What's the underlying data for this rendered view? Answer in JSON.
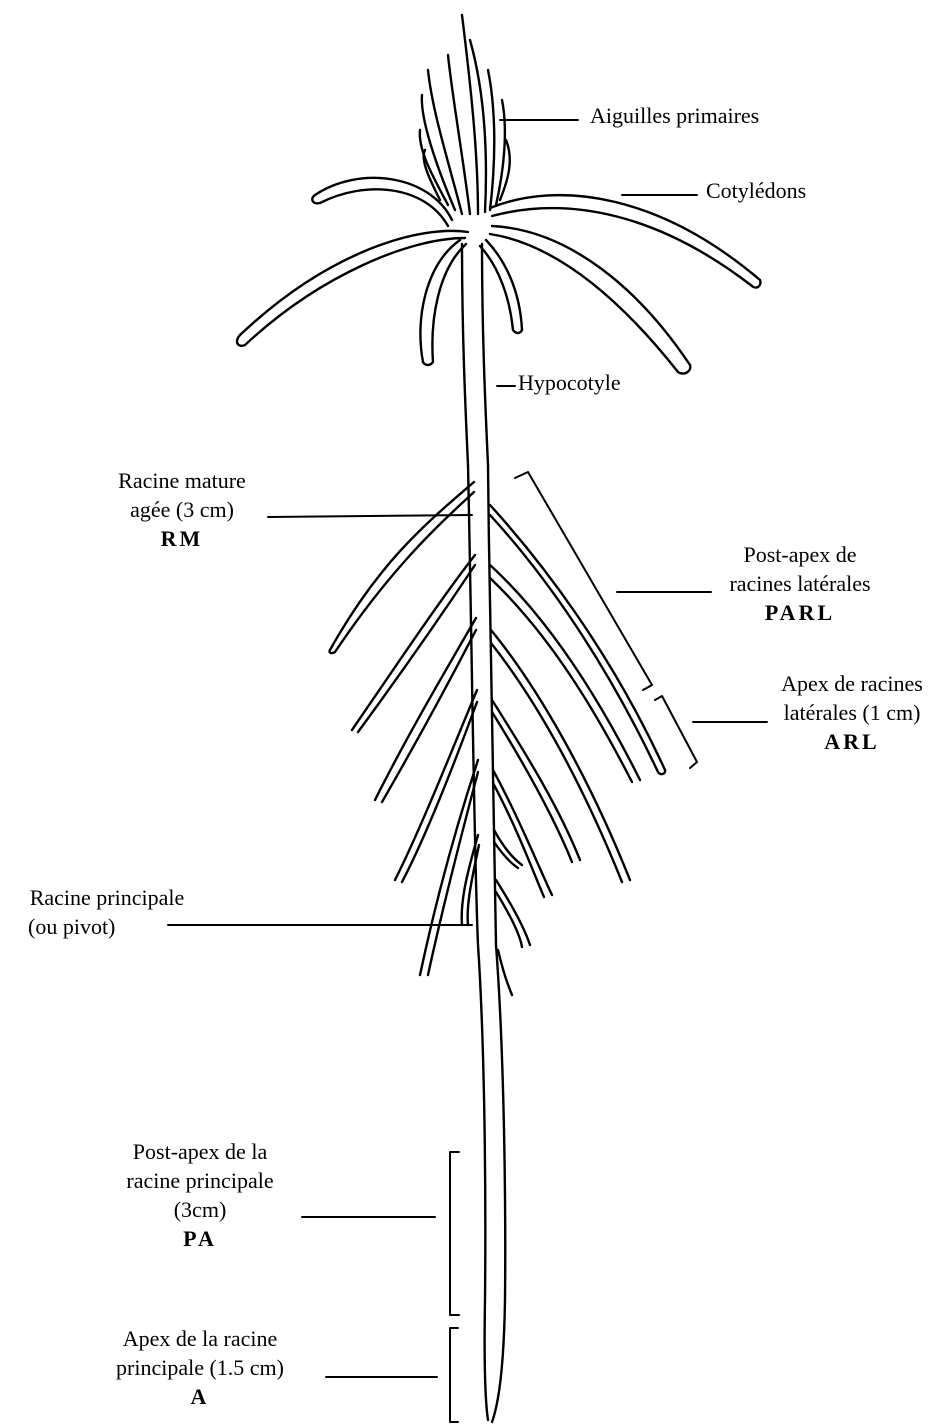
{
  "labels": {
    "aiguilles": "Aiguilles primaires",
    "cotyledons": "Cotylédons",
    "hypocotyle": "Hypocotyle",
    "rm": {
      "line1": "Racine mature",
      "line2": "agée (3 cm)",
      "code": "RM"
    },
    "parl": {
      "line1": "Post-apex de",
      "line2": "racines latérales",
      "code": "PARL"
    },
    "arl": {
      "line1": "Apex de racines",
      "line2": "latérales (1 cm)",
      "code": "ARL"
    },
    "pivot": {
      "line1": "Racine principale",
      "line2": "(ou pivot)"
    },
    "pa": {
      "line1": "Post-apex de la",
      "line2": "racine principale",
      "line3": "(3cm)",
      "code": "PA"
    },
    "apex": {
      "line1": "Apex de la racine",
      "line2": "principale (1.5 cm)",
      "code": "A"
    }
  }
}
